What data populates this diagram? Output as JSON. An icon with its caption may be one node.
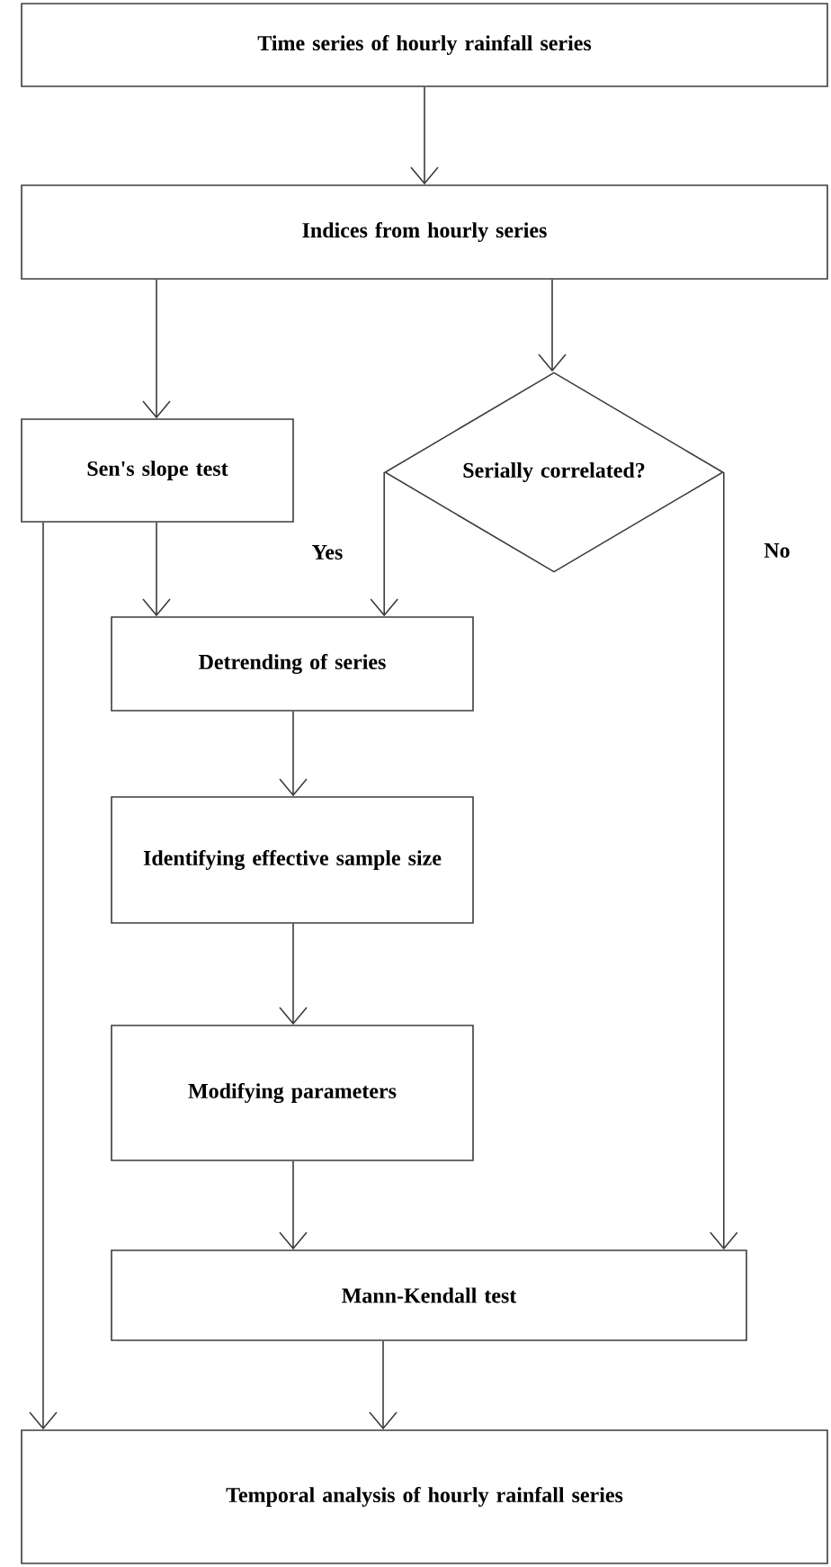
{
  "diagram": {
    "nodes": [
      {
        "text": [
          "Time series of hourly rainfall series"
        ]
      },
      {
        "text": [
          "Indices from hourly series"
        ]
      },
      {
        "text": [
          "Sen's slope test"
        ]
      },
      {
        "text": [
          "Serially correlated?"
        ]
      },
      {
        "text": [
          "Detrending of series"
        ]
      },
      {
        "text": [
          "Identifying effective sample size"
        ]
      },
      {
        "text": [
          "Modifying parameters"
        ]
      },
      {
        "text": [
          "Mann-Kendall test"
        ]
      },
      {
        "text": [
          "Temporal analysis of hourly rainfall series"
        ]
      }
    ],
    "edges": [
      {
        "from": 0,
        "to": 1,
        "arrow": "to"
      },
      {
        "from": 1,
        "to": 2,
        "arrow": "to"
      },
      {
        "from": 1,
        "to": 3,
        "arrow": "to"
      },
      {
        "from": 2,
        "to": 4,
        "arrow": "to"
      },
      {
        "from": 3,
        "to": 4,
        "arrow": "to",
        "label": "Yes"
      },
      {
        "from": 3,
        "to": 7,
        "arrow": "to",
        "label": "No"
      },
      {
        "from": 4,
        "to": 5,
        "arrow": "to"
      },
      {
        "from": 5,
        "to": 6,
        "arrow": "to"
      },
      {
        "from": 6,
        "to": 7,
        "arrow": "to"
      },
      {
        "from": 7,
        "to": 8,
        "arrow": "to"
      },
      {
        "from": 2,
        "to": 8,
        "arrow": "to"
      }
    ]
  }
}
